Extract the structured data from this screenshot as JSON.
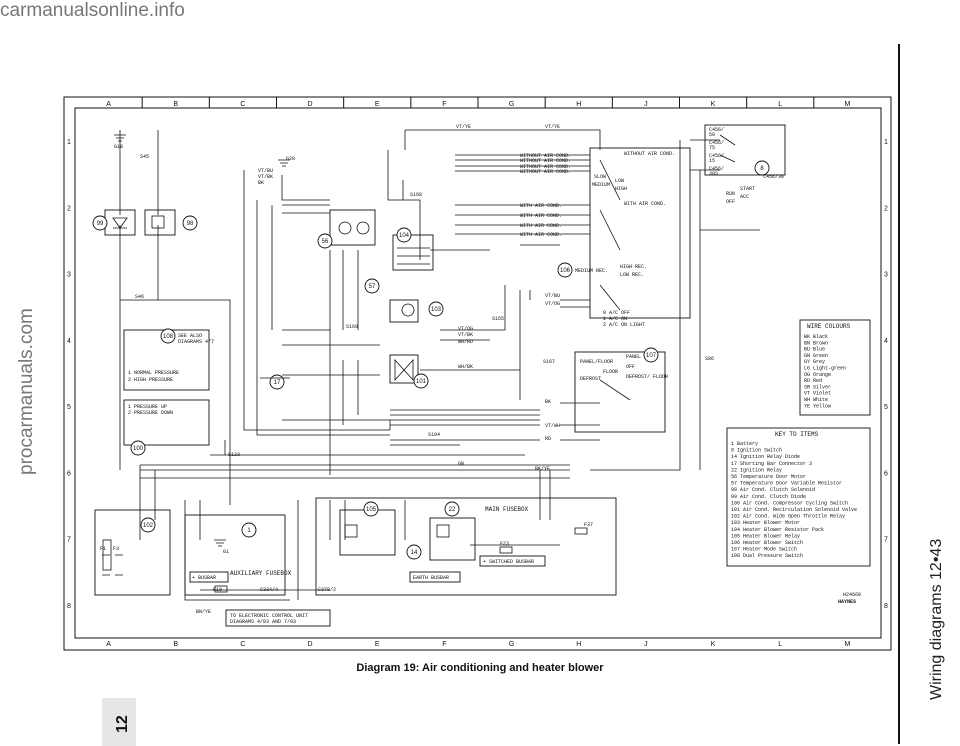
{
  "watermark_left": "procarmanuals.com",
  "watermark_bottom": "carmanualsonline.info",
  "side_title": "Wiring diagrams  12•43",
  "section_number": "12",
  "caption": "Diagram 19: Air conditioning and heater blower",
  "grid": {
    "columns": [
      "A",
      "B",
      "C",
      "D",
      "E",
      "F",
      "G",
      "H",
      "J",
      "K",
      "L",
      "M"
    ],
    "rows": [
      "1",
      "2",
      "3",
      "4",
      "5",
      "6",
      "7",
      "8"
    ]
  },
  "drawing_ref": "H24660",
  "haynes_logo": "HAYNES",
  "wire_colours": {
    "title": "WIRE COLOURS",
    "items": [
      "BK  Black",
      "BN  Brown",
      "BU  Blue",
      "GN  Green",
      "GY  Grey",
      "LG  Light-green",
      "OG  Orange",
      "RD  Red",
      "SR  Silver",
      "VT  Violet",
      "WH  White",
      "YE  Yellow"
    ]
  },
  "key": {
    "title": "KEY TO ITEMS",
    "items": [
      "1   Battery",
      "8   Ignition Switch",
      "14  Ignition Relay Diode",
      "17  Shorting Bar Connector 3",
      "22  Ignition Relay",
      "56  Temperature Door Motor",
      "57  Temperature Door Variable Resistor",
      "98  Air Cond. Clutch Solenoid",
      "99  Air Cond. Clutch Diode",
      "100 Air Cond. Compressor Cycling Switch",
      "101 Air Cond. Recirculation Solenoid Valve",
      "102 Air Cond. Wide Open Throttle Relay",
      "103 Heater Blower Motor",
      "104 Heater Blower Resistor Pack",
      "105 Heater Blower Relay",
      "106 Heater Blower Switch",
      "107 Heater Mode Switch",
      "108 Dual Pressure Switch"
    ]
  },
  "components": {
    "c99": "99",
    "c98": "98",
    "c56": "56",
    "c104": "104",
    "c57": "57",
    "c103": "103",
    "c101": "101",
    "c108": "108",
    "c100": "100",
    "c17": "17",
    "c8": "8",
    "c106": "106",
    "c107": "107",
    "c102": "102",
    "c1": "1",
    "c105": "105",
    "c22": "22",
    "c14": "14"
  },
  "boxes": {
    "main_fusebox": "MAIN FUSEBOX",
    "aux_fusebox": "AUXILIARY FUSEBOX",
    "earth_busbar": "EARTH BUSBAR",
    "switched_busbar": "+ SWITCHED BUSBAR",
    "plus_busbar": "+ BUSBAR",
    "ecu_note_1": "TO ELECTRONIC CONTROL UNIT",
    "ecu_note_2": "DIAGRAMS 4/03 AND 7/03",
    "see_also_1": "SEE ALSO",
    "see_also_2": "DIAGRAMS 4/7",
    "press_1": "1 NORMAL PRESSURE",
    "press_2": "2 HIGH PRESSURE",
    "press_3": "1 PRESSURE UP",
    "press_4": "2 PRESSURE DOWN",
    "ac_off": "0  A/C OFF",
    "ac_on": "1  A/C ON",
    "ac_light": "2  A/C ON LIGHT"
  },
  "connectors": {
    "s18": "G18",
    "s45": "S45",
    "s46": "S46",
    "g20": "G20",
    "s168": "S168",
    "s169": "S169",
    "s165": "S165",
    "s167": "S167",
    "s86": "S86",
    "s123": "S123",
    "s104": "S104",
    "f18": "F18",
    "f23": "F23",
    "f37": "F37",
    "c334": "C334/4",
    "c378": "C378/2",
    "g1": "G1",
    "c456_30": "C456/30",
    "f1": "F1",
    "f3": "F3"
  },
  "switch_labels": {
    "without_ac_1": "WITHOUT AIR COND.",
    "without_ac_2": "WITHOUT AIR COND.",
    "without_ac_3": "WITHOUT AIR COND.",
    "without_ac_4": "WITHOUT AIR COND.",
    "with_ac_1": "WITH AIR COND.",
    "with_ac_2": "WITH AIR COND.",
    "with_ac_3": "WITH AIR COND.",
    "with_ac_4": "WITH AIR COND.",
    "without_box": "WITHOUT AIR COND.",
    "with_box": "WITH AIR COND.",
    "slow": "SLOW",
    "medium": "MEDIUM",
    "low": "LOW",
    "high": "HIGH",
    "high_rec": "HIGH REC.",
    "low_rec": "LOW REC.",
    "medium_rec": "MEDIUM REC.",
    "panel": "PANEL",
    "panel_floor": "PANEL/FLOOR",
    "off": "OFF",
    "floor": "FLOOR",
    "defrost": "DEFROST",
    "defrost_floor": "DEFROST/ FLOOR",
    "start": "START",
    "run": "RUN",
    "acc": "ACC",
    "ign_off": "OFF"
  },
  "ign_contacts": [
    "C456/ 50",
    "C456/ 75",
    "C456/ 15",
    "C456/ 30S"
  ],
  "wire_labels_top": [
    "VT/YE",
    "VT/YE",
    "VT/BU",
    "VT/BK",
    "BK",
    "VT/OG",
    "VT/BK",
    "WH/RD",
    "WH/BK",
    "VT/BU",
    "VT/OG",
    "BK",
    "VT/WH",
    "RD",
    "GN",
    "BK/YE",
    "BN/YE"
  ]
}
